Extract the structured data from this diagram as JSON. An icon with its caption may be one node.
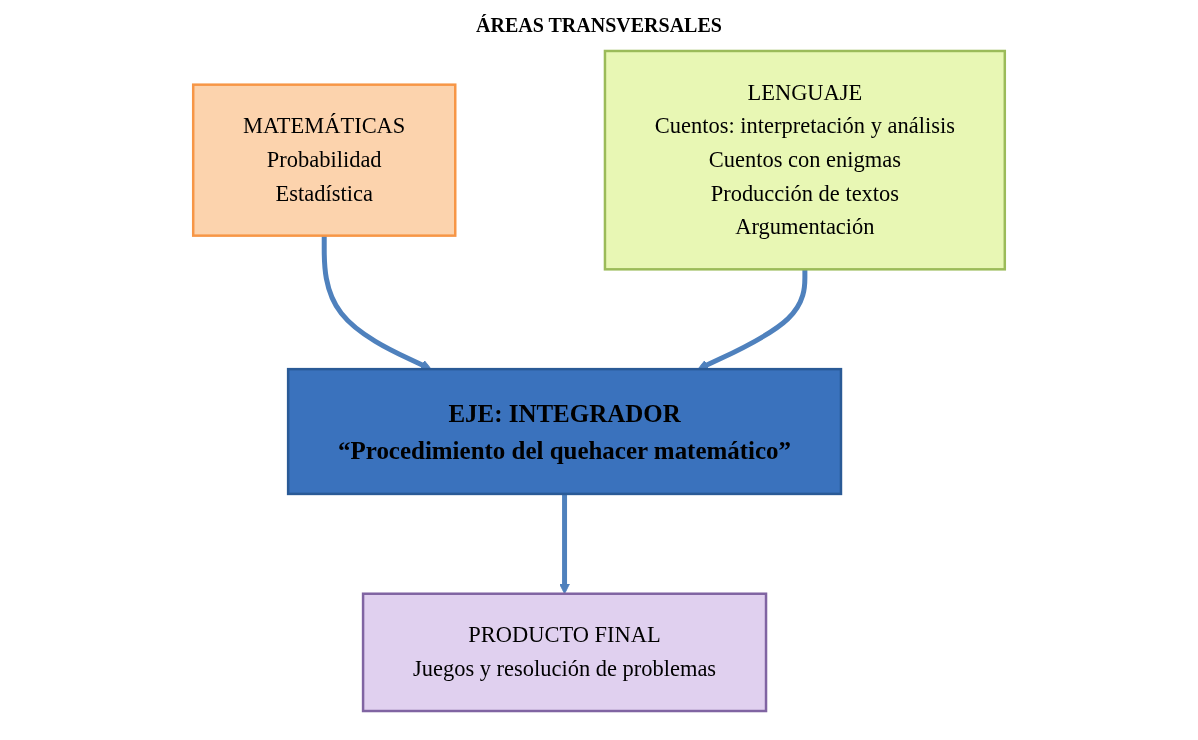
{
  "diagram": {
    "title": "ÁREAS TRANSVERSALES",
    "nodes": [
      {
        "text": [
          "MATEMÁTICAS",
          "Probabilidad",
          "Estadística"
        ]
      },
      {
        "text": [
          "LENGUAJE",
          "Cuentos: interpretación y análisis",
          "Cuentos con enigmas",
          "Producción de textos",
          "Argumentación"
        ]
      },
      {
        "text": [
          "EJE: INTEGRADOR",
          "“Procedimiento del quehacer matemático”"
        ]
      },
      {
        "text": [
          "PRODUCTO FINAL",
          "Juegos y resolución de problemas"
        ]
      }
    ],
    "edges": [
      {
        "from": 0,
        "to": 2,
        "arrow": "to"
      },
      {
        "from": 1,
        "to": 2,
        "arrow": "to"
      },
      {
        "from": 2,
        "to": 3,
        "arrow": "to"
      }
    ]
  }
}
